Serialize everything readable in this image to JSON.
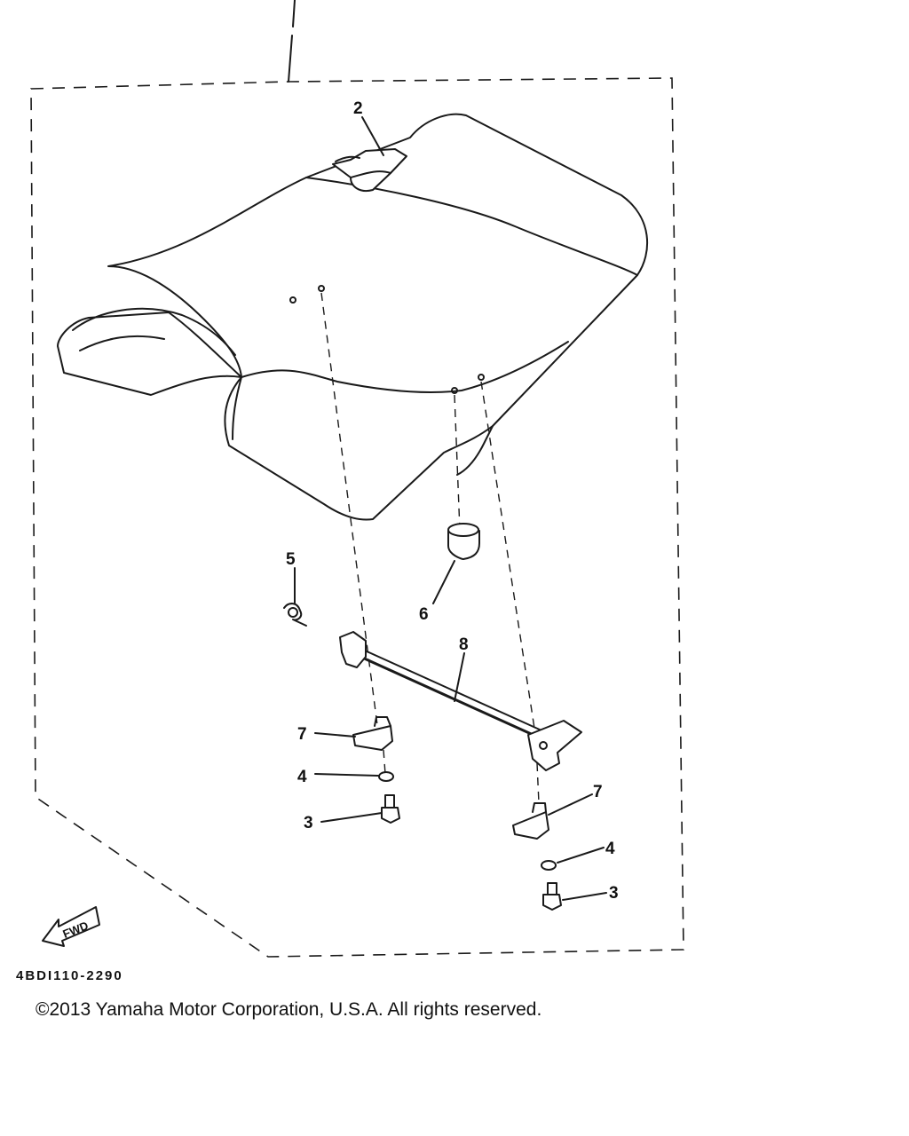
{
  "callouts": {
    "c2": "2",
    "c5": "5",
    "c6": "6",
    "c8": "8",
    "c7a": "7",
    "c4a": "4",
    "c3a": "3",
    "c7b": "7",
    "c4b": "4",
    "c3b": "3"
  },
  "fwd_label": "FWD",
  "diagram_code": "4BDI110-2290",
  "copyright": "©2013 Yamaha Motor Corporation, U.S.A. All rights reserved."
}
